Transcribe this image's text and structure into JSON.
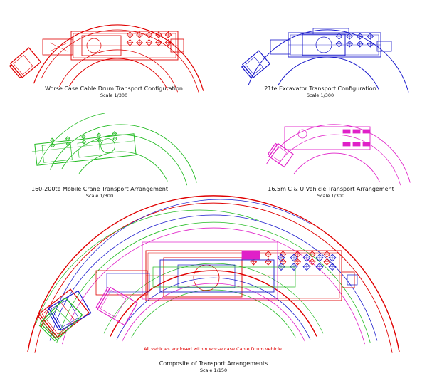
{
  "colors": {
    "cable_drum": "#e00000",
    "excavator": "#1a1acc",
    "crane": "#22bb22",
    "cu_vehicle": "#e020c8"
  },
  "panels": [
    {
      "title": "Worse Case Cable Drum Transport Configuration",
      "scale": "Scale 1/300"
    },
    {
      "title": "21te Excavator Transport Configuration",
      "scale": "Scale 1/300"
    },
    {
      "title": "160-200te Mobile Crane Transport Arrangement",
      "scale": "Scale 1/300"
    },
    {
      "title": "16.5m C & U Vehicle Transport Arrangement",
      "scale": "Scale 1/300"
    }
  ],
  "composite": {
    "title": "Composite of Transport Arrangements",
    "scale": "Scale 1/150",
    "note": "All vehicles enclosed within worse case Cable Drum vehicle."
  }
}
